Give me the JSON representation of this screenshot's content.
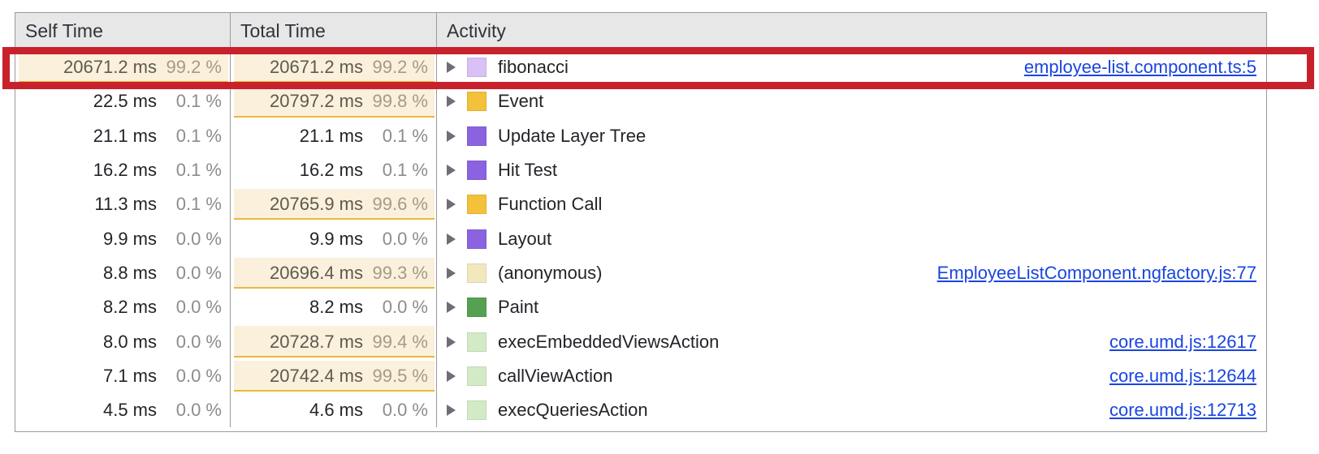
{
  "panel": {
    "name": "bottom-up-call-tree",
    "columns": [
      {
        "key": "self_time",
        "label": "Self Time"
      },
      {
        "key": "total_time",
        "label": "Total Time"
      },
      {
        "key": "activity",
        "label": "Activity"
      }
    ]
  },
  "annotation": {
    "type": "highlight-rectangle",
    "color": "#c8212c",
    "targets_row_index": 0
  },
  "colors": {
    "link": "#1a45e0",
    "header_bg": "#e7e7e7",
    "bar_fill": "#faf0dc",
    "bar_underline": "#e8b93c",
    "swatch_scripting_light": "#d9c0f5",
    "swatch_loading": "#f3c13a",
    "swatch_rendering": "#8b63e0",
    "swatch_scripting_pale": "#f2e7bd",
    "swatch_painting": "#5aa košile"
  },
  "rows": [
    {
      "self_time_ms": "20671.2 ms",
      "self_time_pct": "99.2 %",
      "self_bar": true,
      "self_bar_pct": 99.2,
      "total_time_ms": "20671.2 ms",
      "total_time_pct": "99.2 %",
      "total_bar": true,
      "total_bar_pct": 99.2,
      "activity": "fibonacci",
      "swatch": "#d9c0f5",
      "source": "employee-list.component.ts:5"
    },
    {
      "self_time_ms": "22.5 ms",
      "self_time_pct": "0.1 %",
      "self_bar": false,
      "self_bar_pct": 0.1,
      "total_time_ms": "20797.2 ms",
      "total_time_pct": "99.8 %",
      "total_bar": true,
      "total_bar_pct": 99.8,
      "activity": "Event",
      "swatch": "#f3c13a",
      "source": ""
    },
    {
      "self_time_ms": "21.1 ms",
      "self_time_pct": "0.1 %",
      "self_bar": false,
      "self_bar_pct": 0.1,
      "total_time_ms": "21.1 ms",
      "total_time_pct": "0.1 %",
      "total_bar": false,
      "total_bar_pct": 0.1,
      "activity": "Update Layer Tree",
      "swatch": "#8b63e0",
      "source": ""
    },
    {
      "self_time_ms": "16.2 ms",
      "self_time_pct": "0.1 %",
      "self_bar": false,
      "self_bar_pct": 0.1,
      "total_time_ms": "16.2 ms",
      "total_time_pct": "0.1 %",
      "total_bar": false,
      "total_bar_pct": 0.1,
      "activity": "Hit Test",
      "swatch": "#8b63e0",
      "source": ""
    },
    {
      "self_time_ms": "11.3 ms",
      "self_time_pct": "0.1 %",
      "self_bar": false,
      "self_bar_pct": 0.1,
      "total_time_ms": "20765.9 ms",
      "total_time_pct": "99.6 %",
      "total_bar": true,
      "total_bar_pct": 99.6,
      "activity": "Function Call",
      "swatch": "#f3c13a",
      "source": ""
    },
    {
      "self_time_ms": "9.9 ms",
      "self_time_pct": "0.0 %",
      "self_bar": false,
      "self_bar_pct": 0.0,
      "total_time_ms": "9.9 ms",
      "total_time_pct": "0.0 %",
      "total_bar": false,
      "total_bar_pct": 0.0,
      "activity": "Layout",
      "swatch": "#8b63e0",
      "source": ""
    },
    {
      "self_time_ms": "8.8 ms",
      "self_time_pct": "0.0 %",
      "self_bar": false,
      "self_bar_pct": 0.0,
      "total_time_ms": "20696.4 ms",
      "total_time_pct": "99.3 %",
      "total_bar": true,
      "total_bar_pct": 99.3,
      "activity": "(anonymous)",
      "swatch": "#f2e7bd",
      "source": "EmployeeListComponent.ngfactory.js:77"
    },
    {
      "self_time_ms": "8.2 ms",
      "self_time_pct": "0.0 %",
      "self_bar": false,
      "self_bar_pct": 0.0,
      "total_time_ms": "8.2 ms",
      "total_time_pct": "0.0 %",
      "total_bar": false,
      "total_bar_pct": 0.0,
      "activity": "Paint",
      "swatch": "#56a052",
      "source": ""
    },
    {
      "self_time_ms": "8.0 ms",
      "self_time_pct": "0.0 %",
      "self_bar": false,
      "self_bar_pct": 0.0,
      "total_time_ms": "20728.7 ms",
      "total_time_pct": "99.4 %",
      "total_bar": true,
      "total_bar_pct": 99.4,
      "activity": "execEmbeddedViewsAction",
      "swatch": "#d2ebc6",
      "source": "core.umd.js:12617"
    },
    {
      "self_time_ms": "7.1 ms",
      "self_time_pct": "0.0 %",
      "self_bar": false,
      "self_bar_pct": 0.0,
      "total_time_ms": "20742.4 ms",
      "total_time_pct": "99.5 %",
      "total_bar": true,
      "total_bar_pct": 99.5,
      "activity": "callViewAction",
      "swatch": "#d2ebc6",
      "source": "core.umd.js:12644"
    },
    {
      "self_time_ms": "4.5 ms",
      "self_time_pct": "0.0 %",
      "self_bar": false,
      "self_bar_pct": 0.0,
      "total_time_ms": "4.6 ms",
      "total_time_pct": "0.0 %",
      "total_bar": false,
      "total_bar_pct": 0.0,
      "activity": "execQueriesAction",
      "swatch": "#d2ebc6",
      "source": "core.umd.js:12713"
    }
  ]
}
